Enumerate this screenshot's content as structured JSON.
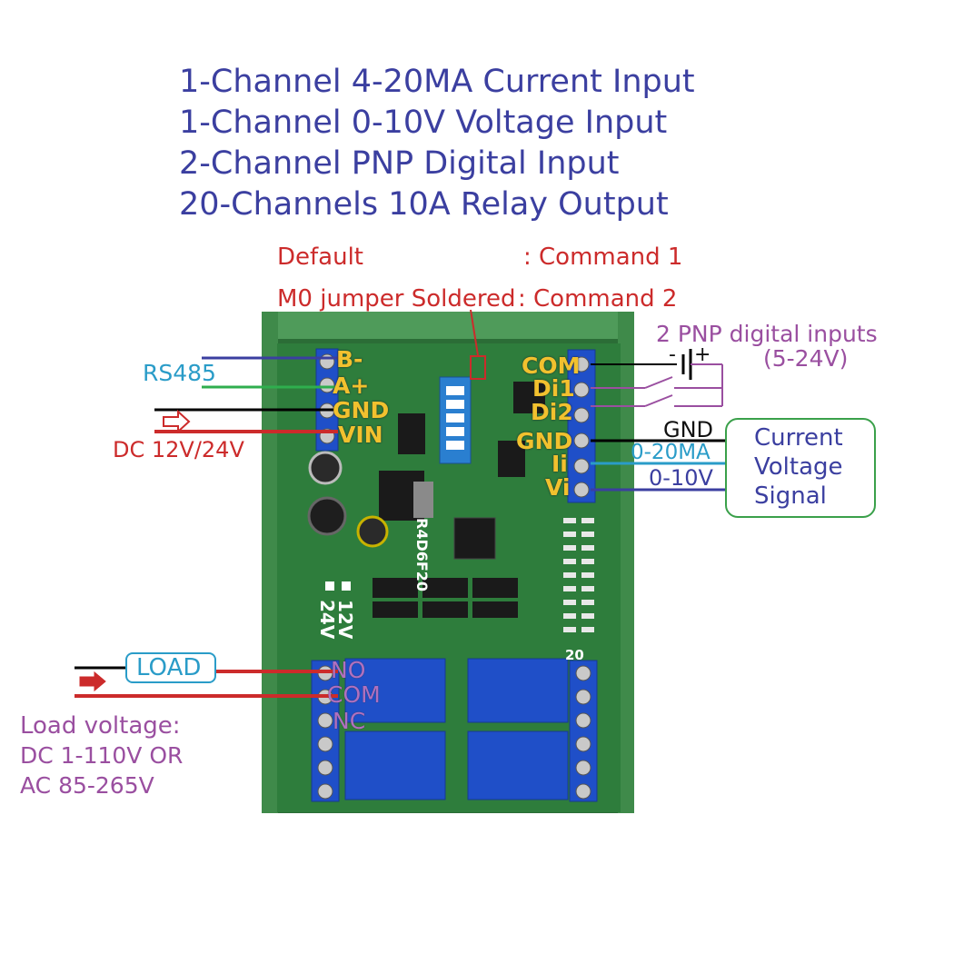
{
  "headlines": [
    "1-Channel 4-20MA Current Input",
    "1-Channel 0-10V Voltage Input",
    "2-Channel PNP Digital Input",
    "20-Channels 10A Relay Output"
  ],
  "command_note": {
    "default_label": "Default",
    "default_command": ": Command 1",
    "jumper_label": "M0 jumper Soldered",
    "jumper_command": ": Command 2"
  },
  "left_labels": {
    "rs485": "RS485",
    "power": "DC 12V/24V",
    "load": "LOAD",
    "load_voltage_title": "Load voltage:",
    "load_voltage_dc": "DC 1-110V OR",
    "load_voltage_ac": "AC 85-265V"
  },
  "left_terminals": [
    "B-",
    "A+",
    "GND",
    "VIN"
  ],
  "right_terminals": [
    "COM",
    "Di1",
    "Di2",
    "GND",
    "Ii",
    "Vi"
  ],
  "relay_terminals": [
    "NO",
    "COM",
    "NC"
  ],
  "right_labels": {
    "pnp_title": "2 PNP digital inputs",
    "pnp_range": "(5-24V)",
    "gnd": "GND",
    "current_range": "0-20MA",
    "voltage_range": "0-10V",
    "signal_line1": "Current",
    "signal_line2": "Voltage",
    "signal_line3": "Signal"
  },
  "battery_signs": {
    "minus": "-",
    "plus": "+"
  },
  "pcb": {
    "model": "R4D6F20",
    "v12": "12V",
    "v24": "24V",
    "channel_20": "20"
  },
  "colors": {
    "headline": "#3b3fa0",
    "note": "#cc2b2b",
    "rs485": "#2a9cc8",
    "load_voltage": "#9a4fa0",
    "terminal_text": "#f2c12e",
    "board_green": "#2f7a3e",
    "terminal_blue": "#1f4fc8",
    "signal_box": "#3aa04a"
  }
}
